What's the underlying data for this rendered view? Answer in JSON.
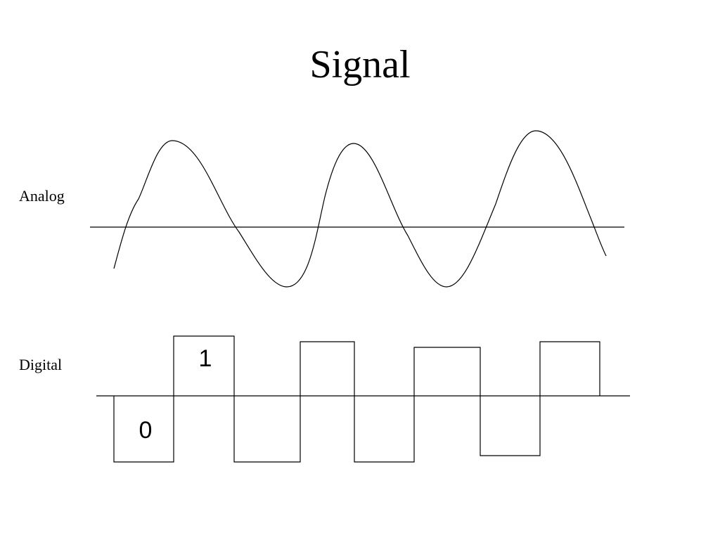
{
  "title": "Signal",
  "labels": {
    "analog": "Analog",
    "digital": "Digital"
  },
  "digital": {
    "bit_low": "0",
    "bit_high": "1"
  },
  "colors": {
    "line": "#000000",
    "background": "#ffffff"
  }
}
